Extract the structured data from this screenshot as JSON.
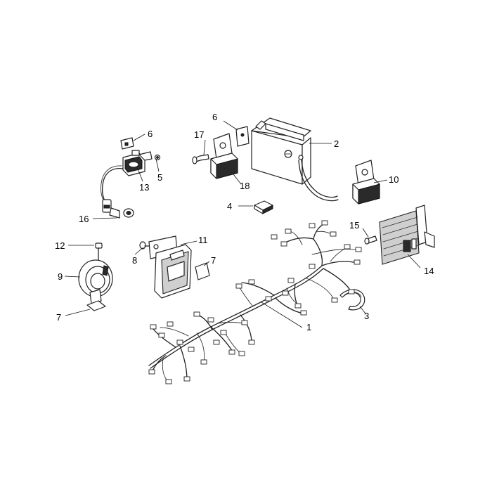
{
  "diagram": {
    "callouts": {
      "c1": "1",
      "c2": "2",
      "c3": "3",
      "c4": "4",
      "c5": "5",
      "c6a": "6",
      "c6b": "6",
      "c7a": "7",
      "c7b": "7",
      "c8": "8",
      "c9": "9",
      "c10": "10",
      "c11": "11",
      "c12": "12",
      "c13": "13",
      "c14": "14",
      "c15": "15",
      "c16": "16",
      "c17": "17",
      "c18": "18"
    },
    "parts": [
      "wiring-harness",
      "battery",
      "clamp",
      "fuse",
      "screw",
      "plate",
      "nut",
      "screw",
      "horn",
      "relay",
      "electronic-unit",
      "screw",
      "ignition-coil",
      "voltage-regulator",
      "screw",
      "spark-plug-cap",
      "screw",
      "relay"
    ]
  }
}
